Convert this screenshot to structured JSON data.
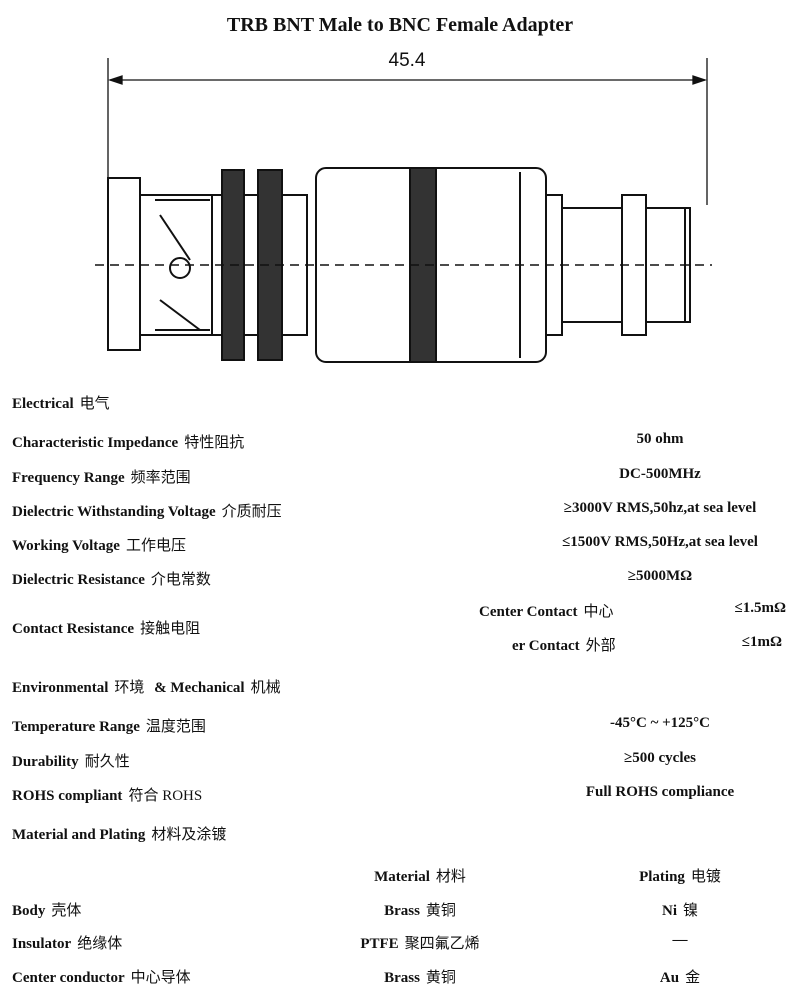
{
  "title": "TRB BNT Male to BNC Female Adapter",
  "drawing": {
    "dimension": "45.4"
  },
  "electrical": {
    "heading": "Electrical",
    "heading_cn": "电气",
    "rows": [
      {
        "label": "Characteristic Impedance",
        "label_cn": "特性阻抗",
        "value": "50 ohm"
      },
      {
        "label": "Frequency Range",
        "label_cn": "频率范围",
        "value": "DC-500MHz"
      },
      {
        "label": "Dielectric Withstanding Voltage",
        "label_cn": "介质耐压",
        "value": "≥3000V RMS,50hz,at sea level"
      },
      {
        "label": "Working Voltage",
        "label_cn": "工作电压",
        "value": "≤1500V RMS,50Hz,at sea level"
      },
      {
        "label": "Dielectric Resistance",
        "label_cn": "介电常数",
        "value": "≥5000MΩ"
      }
    ],
    "contact": {
      "label": "Contact Resistance",
      "label_cn": "接触电阻",
      "center": {
        "label": "Center Contact",
        "label_cn": "中心",
        "value": "≤1.5mΩ"
      },
      "outer": {
        "label": "er Contact",
        "label_cn": "外部",
        "value": "≤1mΩ"
      }
    }
  },
  "environmental": {
    "heading": "Environmental",
    "heading_cn": "环境",
    "heading2": "& Mechanical",
    "heading2_cn": "机械",
    "rows": [
      {
        "label": "Temperature Range",
        "label_cn": "温度范围",
        "value": "-45°C ~ +125°C"
      },
      {
        "label": "Durability",
        "label_cn": "耐久性",
        "value": "≥500 cycles"
      },
      {
        "label": "ROHS compliant",
        "label_cn": "符合 ROHS",
        "value": "Full ROHS compliance"
      }
    ]
  },
  "material": {
    "heading": "Material and Plating",
    "heading_cn": "材料及涂镀",
    "col_material": "Material",
    "col_material_cn": "材料",
    "col_plating": "Plating",
    "col_plating_cn": "电镀",
    "rows": [
      {
        "label": "Body",
        "label_cn": "壳体",
        "material": "Brass",
        "material_cn": "黄铜",
        "plating": "Ni",
        "plating_cn": "镍"
      },
      {
        "label": "Insulator",
        "label_cn": "绝缘体",
        "material": "PTFE",
        "material_cn": "聚四氟乙烯",
        "plating": "—",
        "plating_cn": ""
      },
      {
        "label": "Center conductor",
        "label_cn": "中心导体",
        "material": "Brass",
        "material_cn": "黄铜",
        "plating": "Au",
        "plating_cn": "金"
      }
    ]
  }
}
